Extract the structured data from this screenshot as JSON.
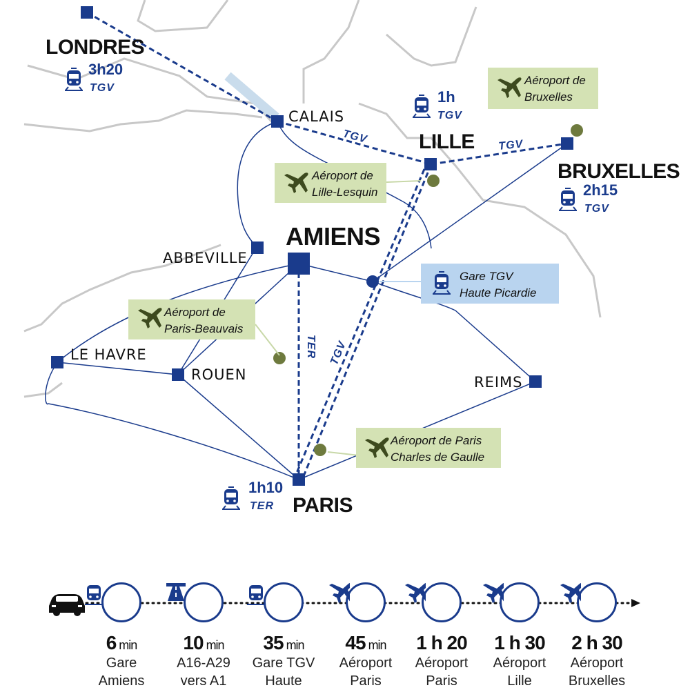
{
  "cities": {
    "londres": "LONDRES",
    "calais": "CALAIS",
    "lille": "LILLE",
    "bruxelles": "BRUXELLES",
    "amiens": "AMIENS",
    "abbeville": "ABBEVILLE",
    "le_havre": "LE HAVRE",
    "rouen": "ROUEN",
    "reims": "REIMS",
    "paris": "PARIS"
  },
  "durations": {
    "londres": {
      "time": "3h20",
      "mode": "TGV"
    },
    "lille": {
      "time": "1h",
      "mode": "TGV"
    },
    "bruxelles": {
      "time": "2h15",
      "mode": "TGV"
    },
    "paris": {
      "time": "1h10",
      "mode": "TER"
    }
  },
  "line_labels": {
    "calais_lille": "TGV",
    "lille_bruxelles": "TGV",
    "amiens_paris": "TER",
    "gare_paris": "TGV"
  },
  "callouts": {
    "bruxelles_airport": [
      "Aéroport de",
      "Bruxelles"
    ],
    "lille_airport": [
      "Aéroport de",
      "Lille-Lesquin"
    ],
    "gare_tgv": [
      "Gare TGV",
      "Haute Picardie"
    ],
    "beauvais_airport": [
      "Aéroport de",
      "Paris-Beauvais"
    ],
    "cdg_airport": [
      "Aéroport de Paris",
      "Charles de Gaulle"
    ]
  },
  "colors": {
    "route": "#1a3b8c",
    "border": "#c8c8c8",
    "airport_box": "#d4e2b4",
    "airport_dot": "#6e7a3e",
    "gare_box": "#b9d4ef"
  },
  "timeline": [
    {
      "icon": "train-icon",
      "num": "6",
      "unit": "min",
      "l1": "Gare",
      "l2": "Amiens"
    },
    {
      "icon": "motorway-icon",
      "num": "10",
      "unit": "min",
      "l1": "A16-A29",
      "l2": "vers A1"
    },
    {
      "icon": "train-icon",
      "num": "35",
      "unit": "min",
      "l1": "Gare TGV",
      "l2": "Haute"
    },
    {
      "icon": "plane-icon",
      "num": "45",
      "unit": "min",
      "l1": "Aéroport",
      "l2": "Paris"
    },
    {
      "icon": "plane-icon",
      "num": "1 h 20",
      "unit": "",
      "l1": "Aéroport",
      "l2": "Paris"
    },
    {
      "icon": "plane-icon",
      "num": "1 h 30",
      "unit": "",
      "l1": "Aéroport",
      "l2": "Lille"
    },
    {
      "icon": "plane-icon",
      "num": "2 h 30",
      "unit": "",
      "l1": "Aéroport",
      "l2": "Bruxelles"
    }
  ]
}
